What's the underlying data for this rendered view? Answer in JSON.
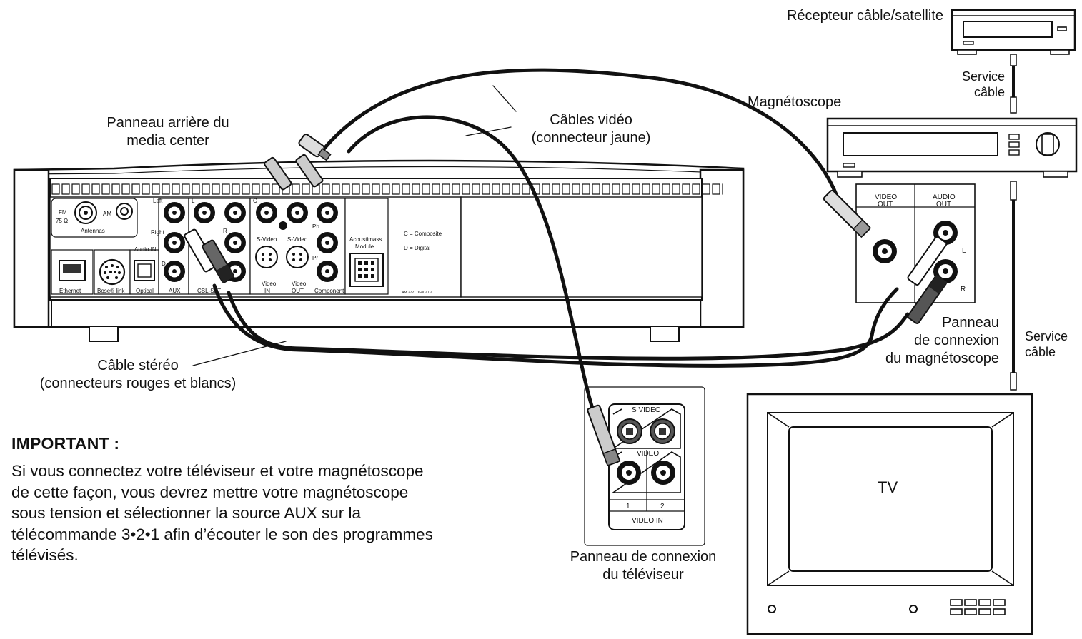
{
  "labels": {
    "media_center": "Panneau arrière du\nmedia center",
    "video_cables": "Câbles vidéo\n(connecteur jaune)",
    "vcr": "Magnétoscope",
    "receiver": "Récepteur câble/satellite",
    "cable_service_top": "Service\ncâble",
    "cable_service_right": "Service\ncâble",
    "vcr_panel": "Panneau\nde connexion\ndu magnétoscope",
    "stereo_cable": "Câble stéréo\n(connecteurs rouges et blancs)",
    "tv_panel": "Panneau de connexion\ndu téléviseur",
    "tv": "TV"
  },
  "important": {
    "title": "IMPORTANT :",
    "body": "Si vous connectez votre téléviseur et votre magnétoscope de cette façon, vous devrez mettre votre magnétoscope sous tension et sélectionner la source AUX sur la télécommande 3•2•1 afin d’écouter le son des programmes télévisés."
  },
  "media_panel": {
    "fm": "FM",
    "fm_ohm": "75 Ω",
    "am": "AM",
    "antennas": "Antennas",
    "left": "Left",
    "right": "Right",
    "audio_in": "Audio IN",
    "d": "D",
    "ethernet": "Ethernet",
    "boselink": "Bose® link",
    "optical": "Optical",
    "aux": "AUX",
    "cbl_sat": "CBL-SAT",
    "l": "L",
    "r": "R",
    "c": "C",
    "svideo_in": "S-Video",
    "svideo_out": "S-Video",
    "video_in_1": "Video",
    "video_in_2": "IN",
    "video_out_1": "Video",
    "video_out_2": "OUT",
    "pb": "Pb",
    "pr": "Pr",
    "component": "Component",
    "acoustimass_1": "Acoustimass",
    "acoustimass_2": "Module",
    "legend_c": "C = Composite",
    "legend_d": "D = Digital",
    "part_number": "AM 272176-802 02"
  },
  "vcr_panel_labels": {
    "video_out_1": "VIDEO",
    "video_out_2": "OUT",
    "audio_out_1": "AUDIO",
    "audio_out_2": "OUT",
    "l": "L",
    "r": "R"
  },
  "tv_panel_labels": {
    "s_video": "S VIDEO",
    "video": "VIDEO",
    "in1": "1",
    "in2": "2",
    "video_in": "VIDEO IN"
  }
}
